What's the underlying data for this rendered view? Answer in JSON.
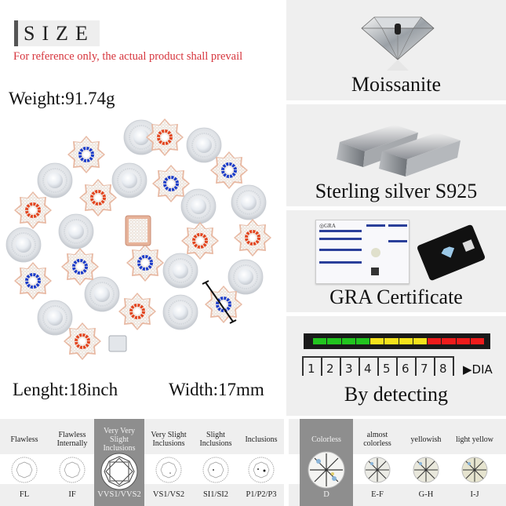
{
  "size_section": {
    "title": "SIZE",
    "note": "For reference only, the actual product shall prevail",
    "weight": "Weight:91.74g",
    "length": "Lenght:18inch",
    "width": "Width:17mm",
    "note_color": "#d6343c"
  },
  "features": [
    {
      "label": "Moissanite",
      "icon": "diamond-icon"
    },
    {
      "label": "Sterling silver S925",
      "icon": "silver-bars-icon"
    },
    {
      "label": "GRA Certificate",
      "icon": "certificate-icon"
    },
    {
      "label": "By detecting",
      "icon": "diamond-tester-icon"
    }
  ],
  "detector": {
    "segments": [
      "#22c41f",
      "#22c41f",
      "#22c41f",
      "#22c41f",
      "#f4e21c",
      "#f4e21c",
      "#f4e21c",
      "#f4e21c",
      "#ee1c1c",
      "#ee1c1c",
      "#ee1c1c",
      "#ee1c1c"
    ],
    "scale": [
      "1",
      "2",
      "3",
      "4",
      "5",
      "6",
      "7",
      "8"
    ],
    "end_label": "DIA"
  },
  "clarity": [
    {
      "header": "Flawless",
      "code": "FL",
      "selected": false
    },
    {
      "header": "Flawless Internally",
      "code": "IF",
      "selected": false
    },
    {
      "header": "Very Very Slight Inclusions",
      "code": "VVS1/VVS2",
      "selected": true
    },
    {
      "header": "Very Slight Inclusions",
      "code": "VS1/VS2",
      "selected": false
    },
    {
      "header": "Slight Inclusions",
      "code": "SI1/SI2",
      "selected": false
    },
    {
      "header": "Inclusions",
      "code": "P1/P2/P3",
      "selected": false
    }
  ],
  "color_grades": [
    {
      "header": "Colorless",
      "code": "D",
      "selected": true,
      "tint": "#f4f4f2"
    },
    {
      "header": "almost colorless",
      "code": "E-F",
      "selected": false,
      "tint": "#ecece6"
    },
    {
      "header": "yellowish",
      "code": "G-H",
      "selected": false,
      "tint": "#e9e8dc"
    },
    {
      "header": "light yellow",
      "code": "I-J",
      "selected": false,
      "tint": "#e6e4cf"
    }
  ]
}
